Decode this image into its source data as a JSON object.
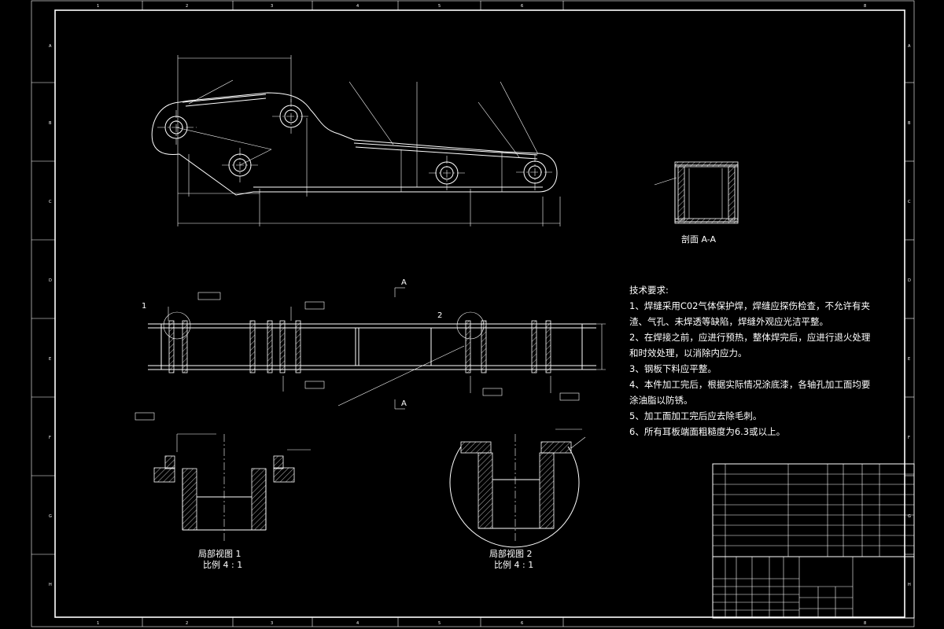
{
  "border": {
    "zones_top": [
      "1",
      "2",
      "3",
      "4",
      "5",
      "6",
      "8"
    ],
    "zones_side": [
      "A",
      "B",
      "C",
      "D",
      "E",
      "F",
      "G",
      "H"
    ]
  },
  "section_view": {
    "title": "剖面 A-A"
  },
  "section_markers": {
    "top": "A",
    "bottom": "A"
  },
  "detail_refs": {
    "one": "1",
    "two": "2"
  },
  "detail_1": {
    "title": "局部视图 1",
    "scale": "比例 4 : 1"
  },
  "detail_2": {
    "title": "局部视图 2",
    "scale": "比例 4 : 1"
  },
  "tech_requirements": {
    "heading": "技术要求:",
    "lines": [
      "1、焊缝采用C02气体保护焊，焊缝应探伤检查，不允许有夹",
      "渣、气孔、未焊透等缺陷，焊缝外观应光洁平整。",
      "2、在焊接之前，应进行预热，整体焊完后，应进行退火处理",
      "和时效处理，以消除内应力。",
      "3、钢板下料应平整。",
      "4、本件加工完后，根据实际情况涂底漆，各轴孔加工面均要",
      "涂油脂以防锈。",
      "5、加工面加工完后应去除毛刺。",
      "6、所有耳板端面粗糙度为6.3或以上。"
    ]
  }
}
